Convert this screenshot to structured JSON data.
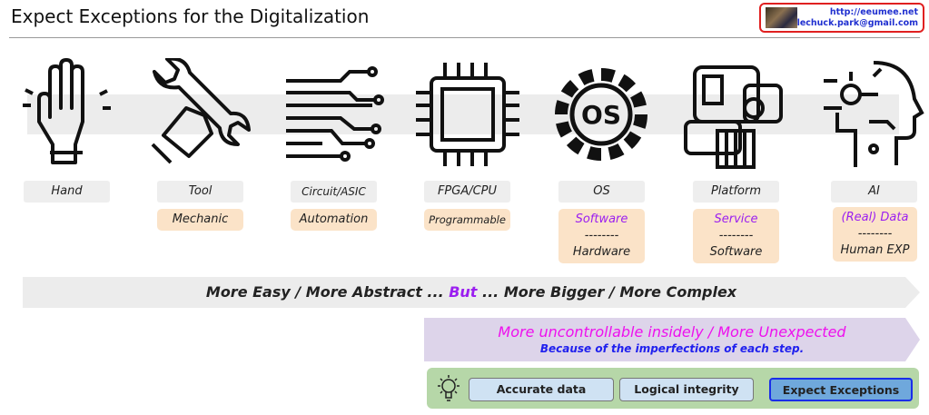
{
  "title": "Expect Exceptions for the Digitalization",
  "contact": {
    "url": "http://eeumee.net",
    "email": "lechuck.park@gmail.com"
  },
  "stages": [
    {
      "label": "Hand",
      "icon": "raised-hand-icon"
    },
    {
      "label": "Tool",
      "sub": "Mechanic",
      "icon": "wrench-hand-icon"
    },
    {
      "label": "Circuit/ASIC",
      "sub": "Automation",
      "icon": "circuit-icon"
    },
    {
      "label": "FPGA/CPU",
      "sub": "Programmable",
      "icon": "chip-icon"
    },
    {
      "label": "OS",
      "sub_top": "Software",
      "sub_div": "--------",
      "sub_bottom": "Hardware",
      "icon": "os-gear-icon"
    },
    {
      "label": "Platform",
      "sub_top": "Service",
      "sub_div": "--------",
      "sub_bottom": "Software",
      "icon": "platform-icon"
    },
    {
      "label": "AI",
      "sub_top": "(Real) Data",
      "sub_div": "--------",
      "sub_bottom": "Human EXP",
      "icon": "ai-head-icon"
    }
  ],
  "arrow1": {
    "left": "More Easy / More Abstract ... ",
    "mid": "But",
    "right": " ... More Bigger / More Complex"
  },
  "arrow2": {
    "line1": "More uncontrollable insidely / More Unexpected",
    "line2": "Because of the imperfections of each step."
  },
  "panel": {
    "buttons": [
      "Accurate data",
      "Logical integrity",
      "Expect Exceptions"
    ]
  },
  "colors": {
    "accent_purple": "#9b1ff0",
    "magenta": "#ee10ee",
    "blue": "#2020ee",
    "highlight": "#6fa8dc"
  }
}
